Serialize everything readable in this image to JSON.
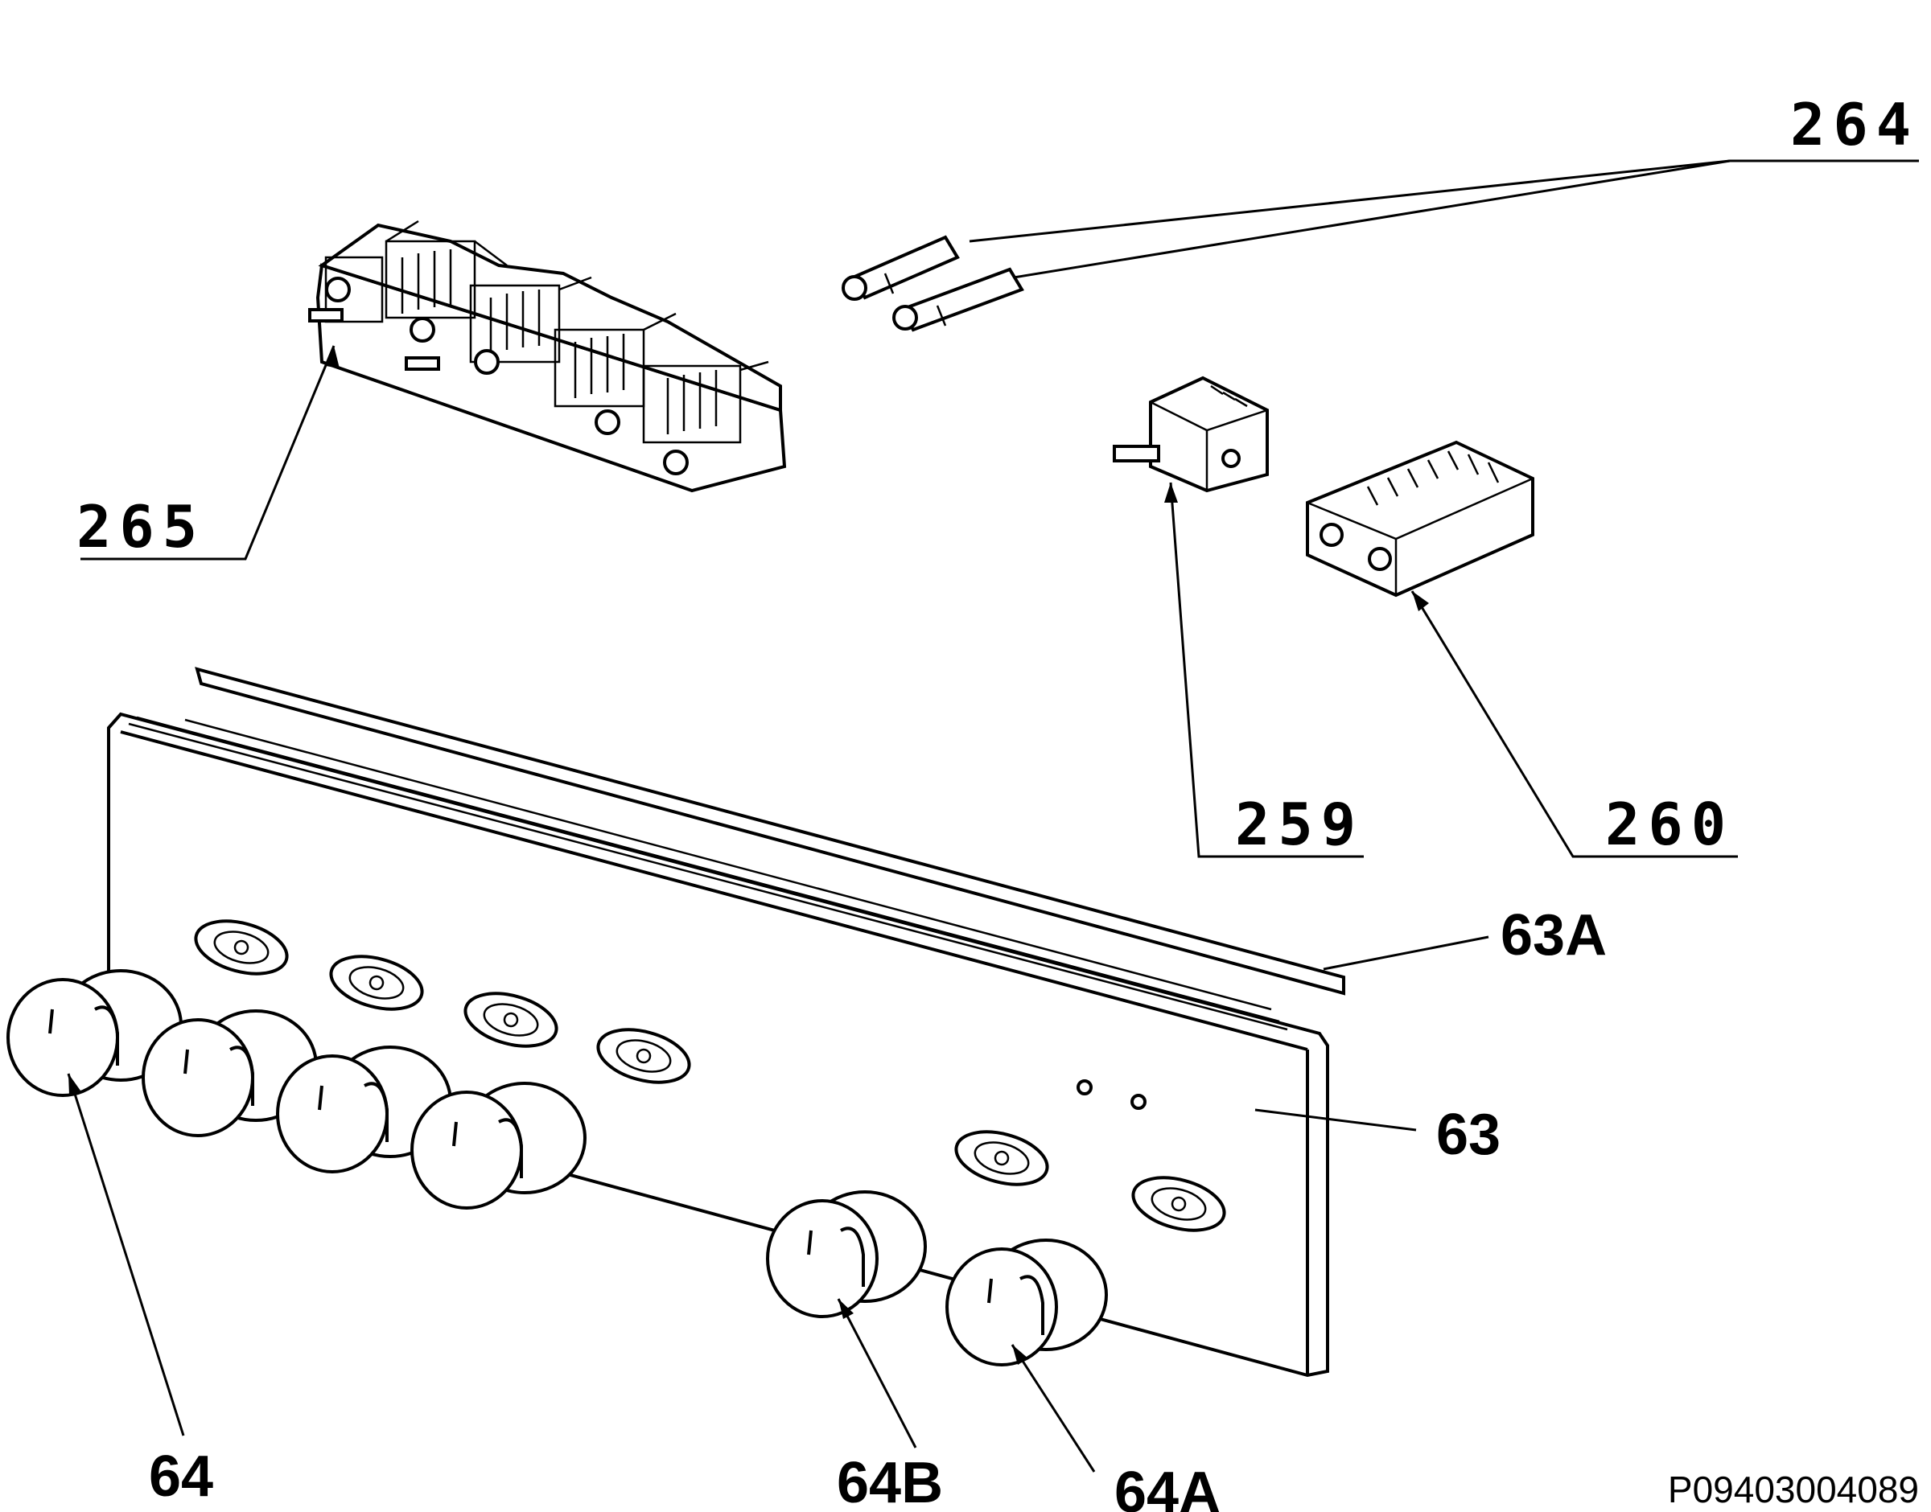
{
  "labels": {
    "l264": "264",
    "l265": "265",
    "l259": "259",
    "l260": "260",
    "l63A": "63A",
    "l63": "63",
    "l64": "64",
    "l64B": "64B",
    "l64A": "64A"
  },
  "drawing_code": "P09403004089",
  "colors": {
    "line": "#000000",
    "background": "#ffffff"
  }
}
